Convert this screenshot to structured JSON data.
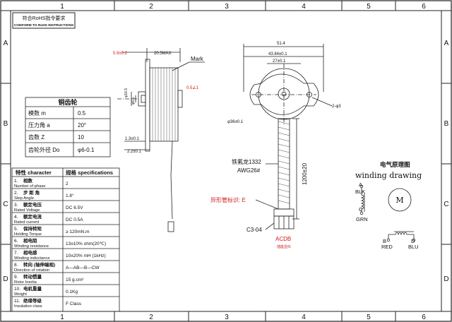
{
  "frame": {
    "col_numbers": [
      "1",
      "2",
      "3",
      "4",
      "5",
      "6"
    ],
    "row_letters": [
      "A",
      "B",
      "C",
      "D"
    ],
    "stamp_cn": "符合RoHS指令要求",
    "stamp_en": "CONFORM TO RoHS INSTRUCTIONS"
  },
  "side_view": {
    "dim_top_left": "5.9±0.2",
    "dim_top_right": "20.5MAX",
    "mark_label": "Mark",
    "dim_shaft_right": "0.5∠1",
    "dim_left_1": "φ16.5",
    "dim_left_2": "φ6.5",
    "dim_bottom_1": "1.3±0.1",
    "dim_bottom_2": "2.2±0.1"
  },
  "front_view": {
    "dim_overall": "51.4",
    "dim_mount": "43.84±0.1",
    "dim_inner": "27±0.1",
    "hole_label": "2-φ3",
    "body_dia": "φ36±0.1",
    "cable_cn": "铁氟龙1332",
    "cable_awg": "AWG26#",
    "cable_length": "1200±20",
    "sleeve_label": "异形管标识: E",
    "connector_label": "C3-04",
    "connector_pins": "ACDB",
    "connector_note": "插座显红"
  },
  "gear_table": {
    "title": "铜齿轮",
    "rows": [
      {
        "label": "模数 m",
        "value": "0.5"
      },
      {
        "label": "压力角 a",
        "value": "20°"
      },
      {
        "label": "齿数 Z",
        "value": "10"
      },
      {
        "label": "齿轮外径 Do",
        "value": "φ6-0.1"
      }
    ]
  },
  "spec_table": {
    "head_char": "特性 character",
    "head_spec": "规格 specifications",
    "rows": [
      {
        "no": "1.",
        "cn": "相数",
        "en": "Number of phase",
        "value": "2"
      },
      {
        "no": "2.",
        "cn": "步 距 角",
        "en": "Step Angle",
        "value": "1.8°"
      },
      {
        "no": "3.",
        "cn": "额定电压",
        "en": "Rated Voltage",
        "value": "DC  6.5V"
      },
      {
        "no": "4.",
        "cn": "额定电流",
        "en": "Rated current",
        "value": "DC  0.5A"
      },
      {
        "no": "5.",
        "cn": "保持转矩",
        "en": "Holding Torque",
        "value": "≥ 120mN.m"
      },
      {
        "no": "6.",
        "cn": "相电阻",
        "en": "Winding resistance",
        "value": "13±10% ohm(20℃)"
      },
      {
        "no": "7.",
        "cn": "相电感",
        "en": "Winding inductance",
        "value": "10±20% mH (1kHz)"
      },
      {
        "no": "8.",
        "cn": "转向 (轴伸端视)",
        "en": "Direction of rotation",
        "value": "A—AB—B—CW"
      },
      {
        "no": "9.",
        "cn": "转动惯量",
        "en": "Rotor Inertia",
        "value": "15  g.cm²"
      },
      {
        "no": "10.",
        "cn": "电机重量",
        "en": "Weight",
        "value": "0.1Kg"
      },
      {
        "no": "11.",
        "cn": "绝缘等级",
        "en": "Insulation class",
        "value": "F Class"
      }
    ]
  },
  "winding": {
    "title_cn": "电气原理图",
    "title_en": "winding drawing",
    "motor_label": "M",
    "wires": [
      {
        "letter": "A",
        "color": "BLK"
      },
      {
        "letter": "C",
        "color": "GRN"
      },
      {
        "letter": "B",
        "color": "RED"
      },
      {
        "letter": "D",
        "color": "BLU"
      }
    ]
  }
}
